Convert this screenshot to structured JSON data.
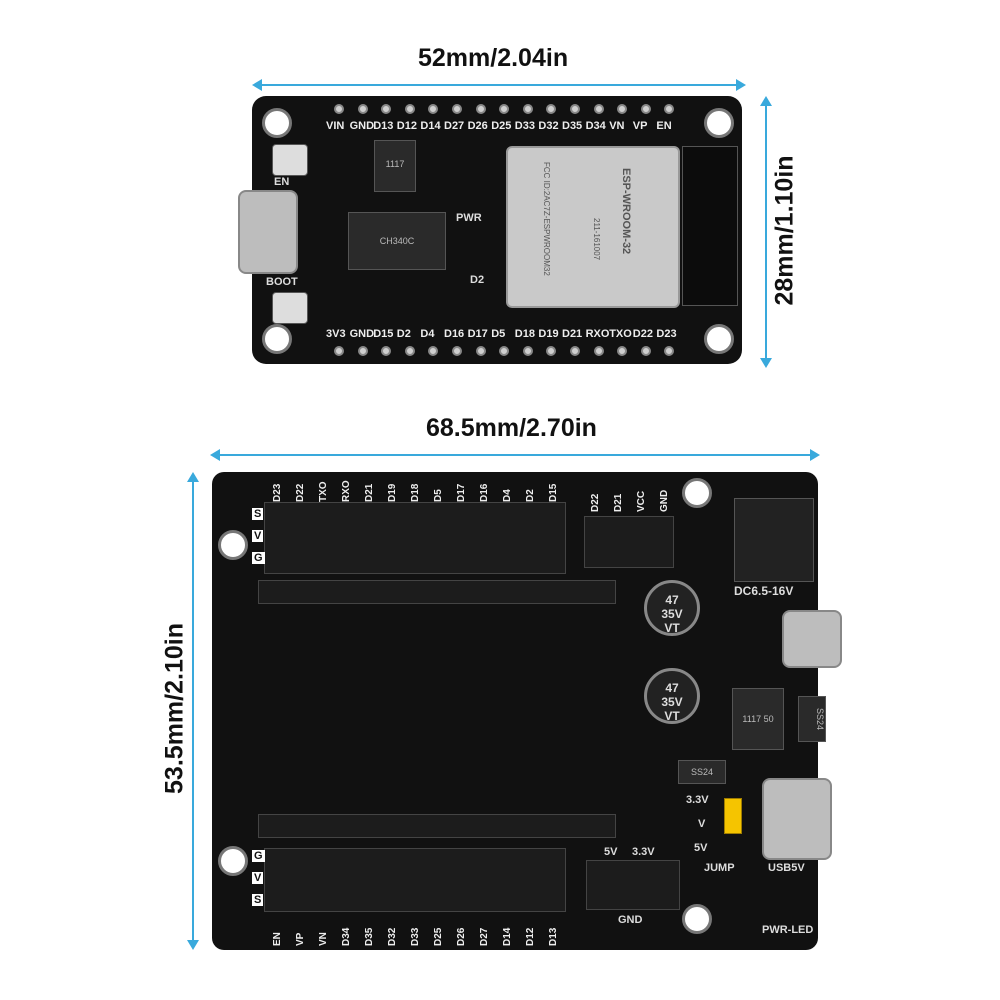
{
  "dimensions": {
    "top_width": "52mm/2.04in",
    "top_height": "28mm/1.10in",
    "bottom_width": "68.5mm/2.70in",
    "bottom_height": "53.5mm/2.10in"
  },
  "esp32_board": {
    "top_pins": [
      "VIN",
      "GND",
      "D13",
      "D12",
      "D14",
      "D27",
      "D26",
      "D25",
      "D33",
      "D32",
      "D35",
      "D34",
      "VN",
      "VP",
      "EN"
    ],
    "bottom_pins": [
      "3V3",
      "GND",
      "D15",
      "D2",
      "D4",
      "D16",
      "D17",
      "D5",
      "D18",
      "D19",
      "D21",
      "RXO",
      "TXO",
      "D22",
      "D23"
    ],
    "button_en": "EN",
    "button_boot": "BOOT",
    "led_pwr": "PWR",
    "led_d2": "D2",
    "chip_usb": "CH340C",
    "chip_reg": "1117",
    "module_name": "ESP-WROOM-32",
    "module_fcc": "FCC ID:2AC7Z-ESPWROOM32",
    "module_code": "211-161007"
  },
  "shield_board": {
    "top_pins": [
      "D23",
      "D22",
      "TXO",
      "RXO",
      "D21",
      "D19",
      "D18",
      "D5",
      "D17",
      "D16",
      "D4",
      "D2",
      "D15"
    ],
    "aux_pins": [
      "D22",
      "D21",
      "VCC",
      "GND"
    ],
    "bottom_pins": [
      "EN",
      "VP",
      "VN",
      "D34",
      "D35",
      "D32",
      "D33",
      "D25",
      "D26",
      "D27",
      "D14",
      "D12",
      "D13"
    ],
    "row_labels_top": [
      "S",
      "V",
      "G"
    ],
    "row_labels_bottom": [
      "G",
      "V",
      "S"
    ],
    "dc_label": "DC6.5-16V",
    "cap1": "47\n35V\nVT",
    "cap2": "47\n35V\nVT",
    "diode1": "SS24",
    "diode2": "SS24",
    "jump_33": "3.3V",
    "jump_v": "V",
    "jump_5": "5V",
    "jump_label": "JUMP",
    "usb_label": "USB5V",
    "power_5v": "5V",
    "power_33v": "3.3V",
    "power_gnd": "GND",
    "pwr_led": "PWR-LED",
    "regulator": "1117 50"
  },
  "colors": {
    "dimension_line": "#39a9dc",
    "board": "#111111",
    "jumper": "#f5c400"
  }
}
